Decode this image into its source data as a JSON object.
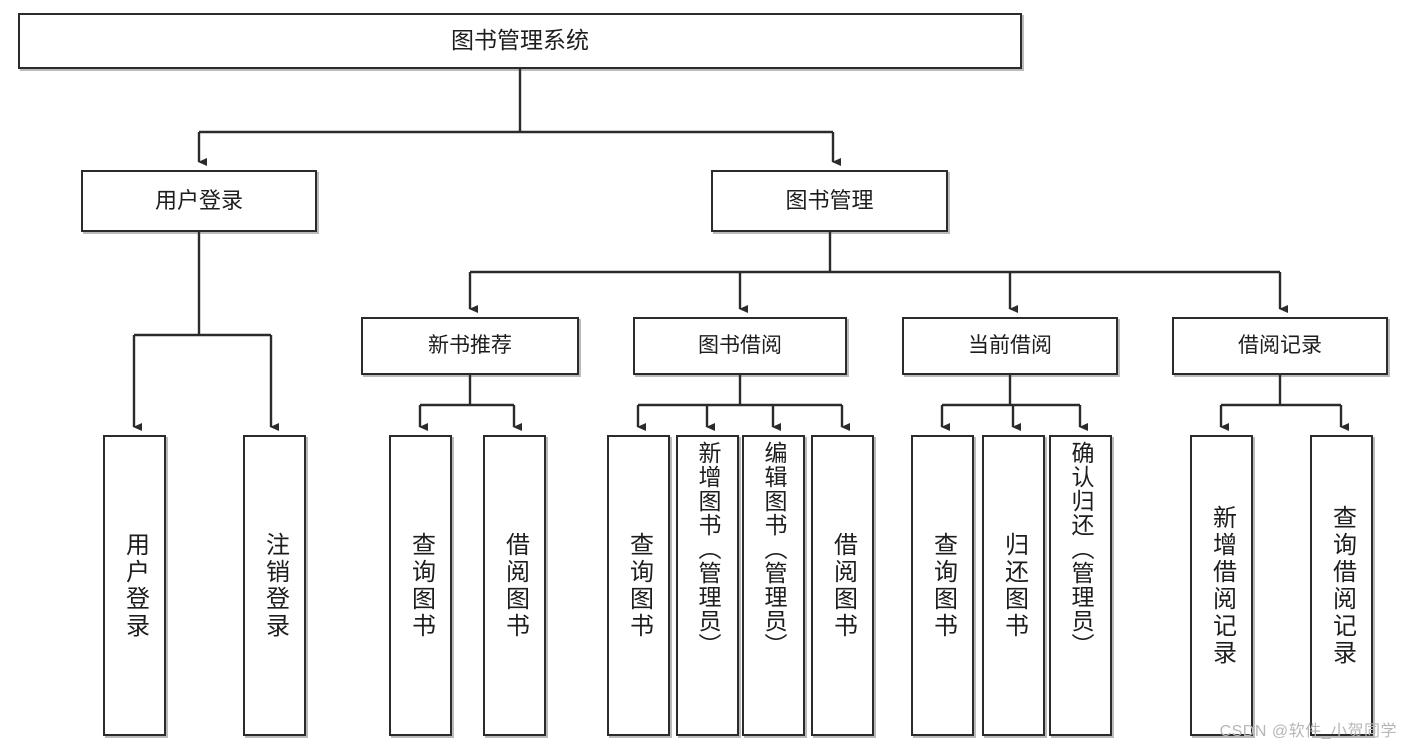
{
  "diagram": {
    "type": "tree",
    "title": "图书管理系统",
    "root": {
      "label": "图书管理系统"
    },
    "level2": [
      {
        "label": "用户登录"
      },
      {
        "label": "图书管理"
      }
    ],
    "level3": [
      {
        "label": "新书推荐"
      },
      {
        "label": "图书借阅"
      },
      {
        "label": "当前借阅"
      },
      {
        "label": "借阅记录"
      }
    ],
    "leaves": [
      {
        "label": "用户登录"
      },
      {
        "label": "注销登录"
      },
      {
        "label": "查询图书"
      },
      {
        "label": "借阅图书"
      },
      {
        "label": "查询图书"
      },
      {
        "label": "新增图书（管理员）"
      },
      {
        "label": "编辑图书（管理员）"
      },
      {
        "label": "借阅图书"
      },
      {
        "label": "查询图书"
      },
      {
        "label": "归还图书"
      },
      {
        "label": "确认归还（管理员）"
      },
      {
        "label": "新增借阅记录"
      },
      {
        "label": "查询借阅记录"
      }
    ]
  },
  "watermark": {
    "text": "CSDN @软件_小贺同学"
  },
  "colors": {
    "stroke": "#2b2b2b",
    "fill": "#ffffff",
    "text": "#1d1d1d",
    "watermark": "#b7b7b7"
  }
}
